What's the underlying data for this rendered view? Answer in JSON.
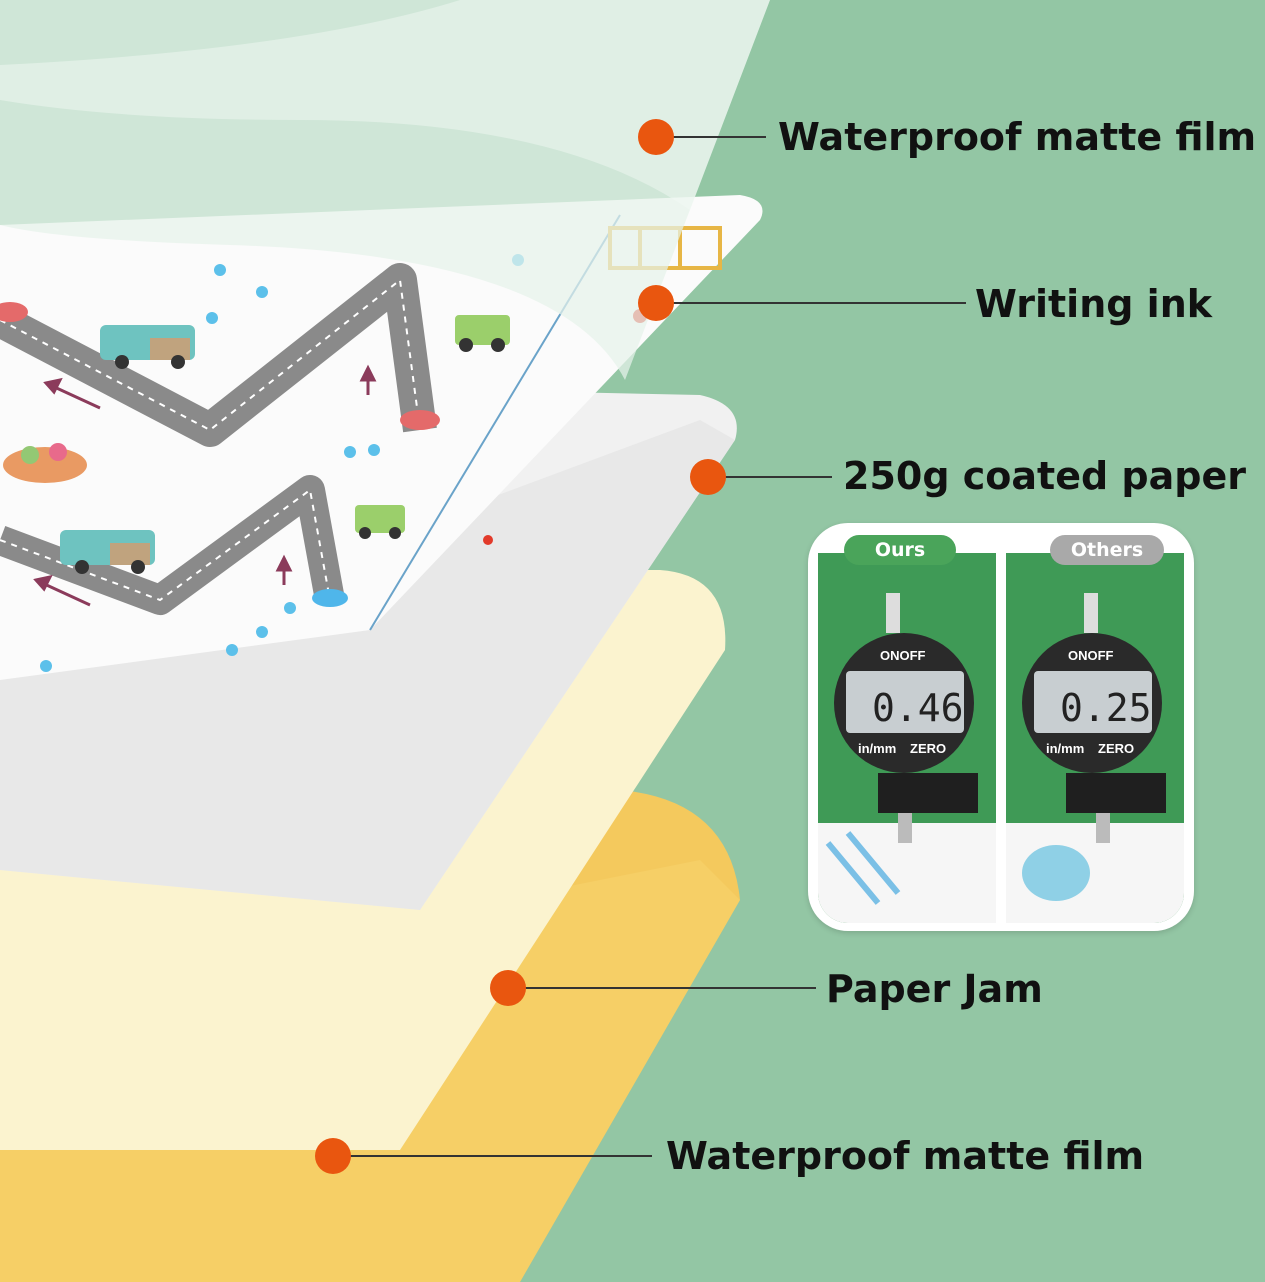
{
  "layers": [
    {
      "id": "top-film",
      "label": "Waterproof matte film"
    },
    {
      "id": "ink",
      "label": "Writing ink"
    },
    {
      "id": "paper",
      "label": "250g coated paper"
    },
    {
      "id": "jam",
      "label": "Paper Jam"
    },
    {
      "id": "bottom-film",
      "label": "Waterproof matte film"
    }
  ],
  "comparison": {
    "ours": {
      "tag": "Ours",
      "reading": "0.46",
      "unit": "mm",
      "power": "ONOFF",
      "btn_left": "in/mm",
      "btn_right": "ZERO"
    },
    "others": {
      "tag": "Others",
      "reading": "0.25",
      "unit": "mm",
      "power": "ONOFF",
      "btn_left": "in/mm",
      "btn_right": "ZERO"
    }
  },
  "colors": {
    "background": "#93c6a4",
    "dot": "#e9560f",
    "tag_ours": "#4aa45a",
    "tag_others": "#a9a9a9",
    "gold": "#f4c95d",
    "cream": "#fbf3cf"
  }
}
